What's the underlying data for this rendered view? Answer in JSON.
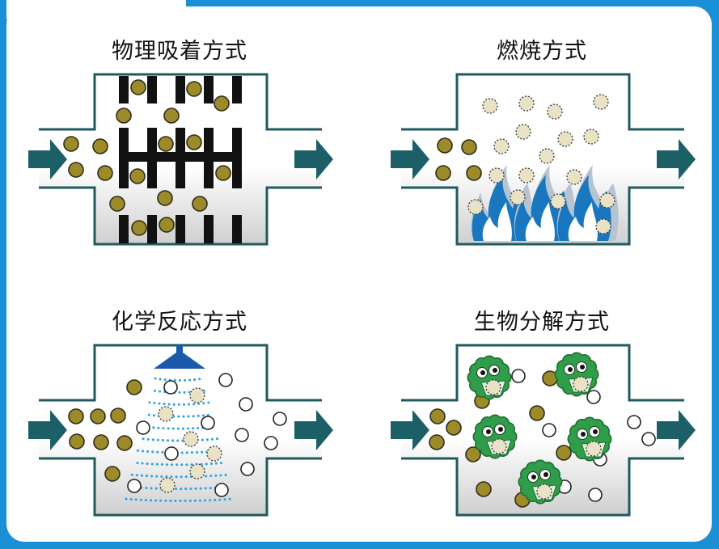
{
  "panels": [
    {
      "title": "物理吸着方式",
      "icon": "activated-carbon-filter-icon"
    },
    {
      "title": "燃焼方式",
      "icon": "flame-icon"
    },
    {
      "title": "化学反応方式",
      "icon": "shower-head-icon"
    },
    {
      "title": "生物分解方式",
      "icon": "microbe-icon"
    }
  ],
  "colors": {
    "frame": "#1b8fd6",
    "chamber_outline": "#1f5a5f",
    "arrow": "#1d5f66",
    "odor_particle": "#9c8b28",
    "odor_particle_outline": "#2e2e1a",
    "decomposed_particle": "#e9e2c4",
    "clean_particle": "#ffffff",
    "filter_bar": "#111111",
    "flame": "#1877bf",
    "flame_halo": "#b6c4d2",
    "spray": "#2ba6e0",
    "shower_head": "#1a5aa8",
    "microbe": "#2f9d49",
    "microbe_outline": "#1e6b30"
  }
}
